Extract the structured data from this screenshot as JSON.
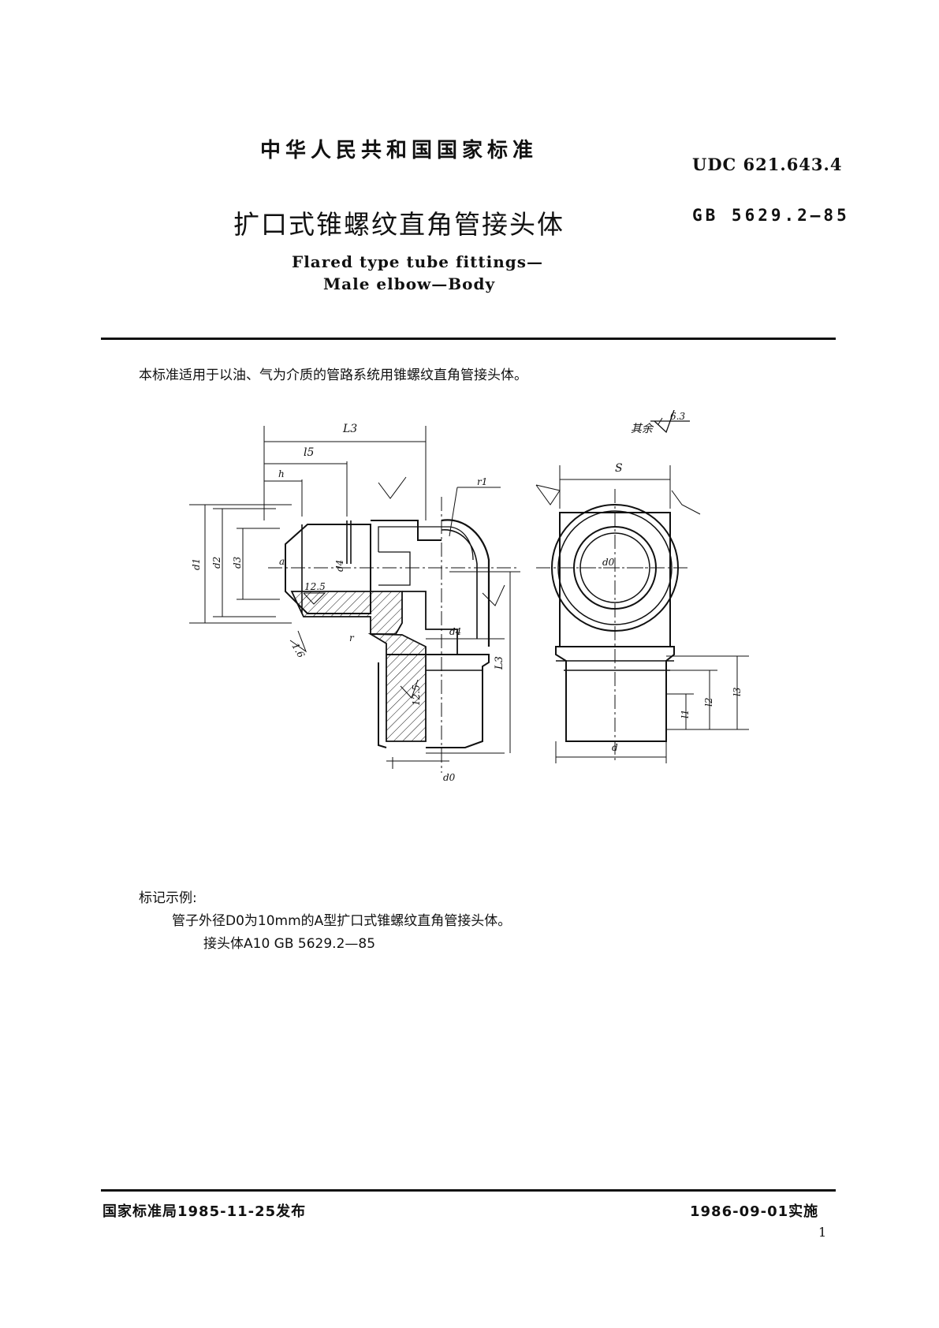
{
  "header": {
    "country_standard": "中华人民共和国国家标准",
    "udc": "UDC 621.643.4",
    "title_cn": "扩口式锥螺纹直角管接头体",
    "gb_code": "GB 5629.2—85",
    "title_en_line1": "Flared type tube fittings—",
    "title_en_line2": "Male elbow—Body"
  },
  "scope": "本标准适用于以油、气为介质的管路系统用锥螺纹直角管接头体。",
  "drawing": {
    "surface_note": "其余",
    "surface_default": "6.3",
    "roughness_12_5": "12.5",
    "roughness_1_6": "1.6",
    "dim_L3": "L3",
    "dim_l5": "l5",
    "dim_h": "h",
    "dim_r1": "r1",
    "dim_S": "S",
    "dim_d1": "d1",
    "dim_d2": "d2",
    "dim_d3": "d3",
    "dim_d4": "d4",
    "dim_d0": "d0",
    "dim_d": "d",
    "dim_a": "a",
    "dim_r": "r",
    "dim_l1": "l1",
    "dim_l2": "l2",
    "dim_l3": "l3"
  },
  "example": {
    "heading": "标记示例:",
    "line1": "管子外径D0为10mm的A型扩口式锥螺纹直角管接头体。",
    "line2": "接头体A10   GB 5629.2—85"
  },
  "footer": {
    "issued": "国家标准局1985-11-25发布",
    "implemented": "1986-09-01实施",
    "page_number": "1"
  }
}
